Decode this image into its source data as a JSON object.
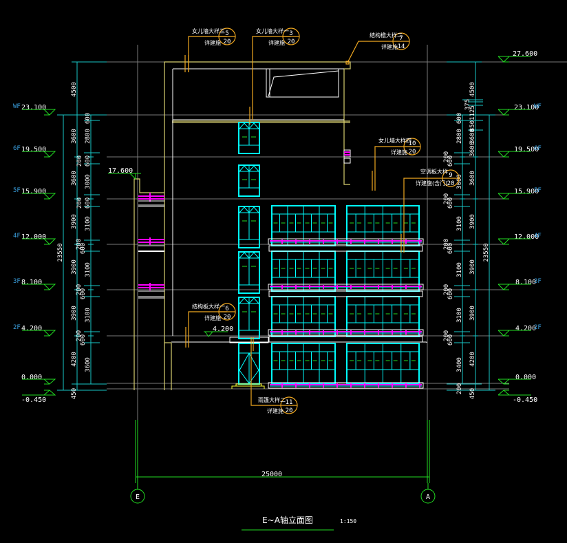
{
  "drawing": {
    "title": "E~A轴立面图",
    "scale": "1:150",
    "background": "#000000",
    "colors": {
      "dimension": "#19c8c8",
      "elevation_marker": "#22dd22",
      "floor_label": "#3aa0e0",
      "callout": "#f0a820",
      "outline": "#d8d070",
      "window": "#00ffff",
      "railing": "#ff00ff",
      "grid": "#808080",
      "wall": "#ffffff",
      "axis": "#22dd22"
    }
  },
  "elevations_left": [
    {
      "floor": "WF",
      "value": "23.100"
    },
    {
      "floor": "6F",
      "value": "19.500"
    },
    {
      "floor": "5F",
      "value": "15.900"
    },
    {
      "floor": "4F",
      "value": "12.000"
    },
    {
      "floor": "3F",
      "value": "8.100"
    },
    {
      "floor": "2F",
      "value": "4.200"
    },
    {
      "floor": "",
      "value": "0.000"
    },
    {
      "floor": "",
      "value": "-0.450"
    }
  ],
  "elevations_right": [
    {
      "floor": "",
      "value": "27.600"
    },
    {
      "floor": "WF",
      "value": "23.100"
    },
    {
      "floor": "6F",
      "value": "19.500"
    },
    {
      "floor": "5F",
      "value": "15.900"
    },
    {
      "floor": "4F",
      "value": "12.000"
    },
    {
      "floor": "3F",
      "value": "8.100"
    },
    {
      "floor": "2F",
      "value": "4.200"
    },
    {
      "floor": "",
      "value": "0.000"
    },
    {
      "floor": "",
      "value": "-0.450"
    }
  ],
  "intermediate_elevations": [
    {
      "value": "17.600"
    },
    {
      "value": "4.200"
    }
  ],
  "dimensions_left": {
    "total": "23550",
    "outer": [
      "4500",
      "3600",
      "3600",
      "3900",
      "3900",
      "3900",
      "4200",
      "450"
    ],
    "inner": [
      "600",
      "2800",
      "600",
      "3000",
      "600",
      "3100",
      "600",
      "3100",
      "600",
      "3100",
      "600",
      "3600"
    ],
    "small": [
      "200",
      "200",
      "200",
      "200",
      "200"
    ]
  },
  "dimensions_right": {
    "total": "23550",
    "outer": [
      "4500",
      "375",
      "3600",
      "3600",
      "3900",
      "3900",
      "3900",
      "4200",
      "450"
    ],
    "stack": [
      "600",
      "375",
      "1125",
      "850",
      "3600"
    ],
    "inner": [
      "600",
      "2800",
      "600",
      "3000",
      "600",
      "3100",
      "600",
      "3100",
      "600",
      "3100",
      "600",
      "3400",
      "200"
    ],
    "small": [
      "200",
      "200",
      "200",
      "200",
      "200"
    ]
  },
  "dimension_bottom": "25000",
  "axes": [
    {
      "label": "E"
    },
    {
      "label": "A"
    }
  ],
  "callouts": [
    {
      "text": "女儿墙大样三",
      "sub": "详建施",
      "num": "5",
      "sheet": "20"
    },
    {
      "text": "女儿墙大样一",
      "sub": "详建施",
      "num": "3",
      "sheet": "20"
    },
    {
      "text": "结构檐大样二",
      "sub": "详建施",
      "num": "7",
      "sheet": "14"
    },
    {
      "text": "女儿墙大样四",
      "sub": "详建施",
      "num": "10",
      "sheet": "20"
    },
    {
      "text": "空调板大样",
      "sub": "详建施(含门)",
      "num": "9",
      "sheet": "20"
    },
    {
      "text": "结构板大样一",
      "sub": "详建施",
      "num": "6",
      "sheet": "20"
    },
    {
      "text": "雨篷大样二",
      "sub": "详建施",
      "num": "11",
      "sheet": "20"
    }
  ]
}
